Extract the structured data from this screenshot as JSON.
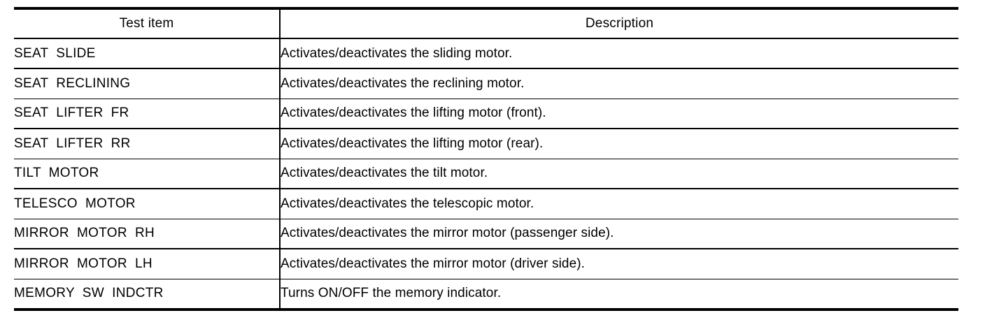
{
  "table": {
    "columns": [
      {
        "key": "test_item",
        "label": "Test item",
        "align": "center"
      },
      {
        "key": "description",
        "label": "Description",
        "align": "center"
      }
    ],
    "rows": [
      {
        "test_item": "SEAT  SLIDE",
        "description": "Activates/deactivates the sliding motor."
      },
      {
        "test_item": "SEAT  RECLINING",
        "description": "Activates/deactivates the reclining motor."
      },
      {
        "test_item": "SEAT  LIFTER  FR",
        "description": "Activates/deactivates the lifting motor (front)."
      },
      {
        "test_item": "SEAT  LIFTER  RR",
        "description": "Activates/deactivates the lifting motor (rear)."
      },
      {
        "test_item": "TILT  MOTOR",
        "description": "Activates/deactivates the tilt motor."
      },
      {
        "test_item": "TELESCO  MOTOR",
        "description": "Activates/deactivates the telescopic motor."
      },
      {
        "test_item": "MIRROR  MOTOR  RH",
        "description": "Activates/deactivates the mirror motor (passenger side)."
      },
      {
        "test_item": "MIRROR  MOTOR  LH",
        "description": "Activates/deactivates the mirror motor (driver side)."
      },
      {
        "test_item": "MEMORY  SW  INDCTR",
        "description": "Turns ON/OFF the memory indicator."
      }
    ]
  },
  "style": {
    "text_color": "#000000",
    "rule_color": "#000000",
    "background": "#ffffff"
  }
}
